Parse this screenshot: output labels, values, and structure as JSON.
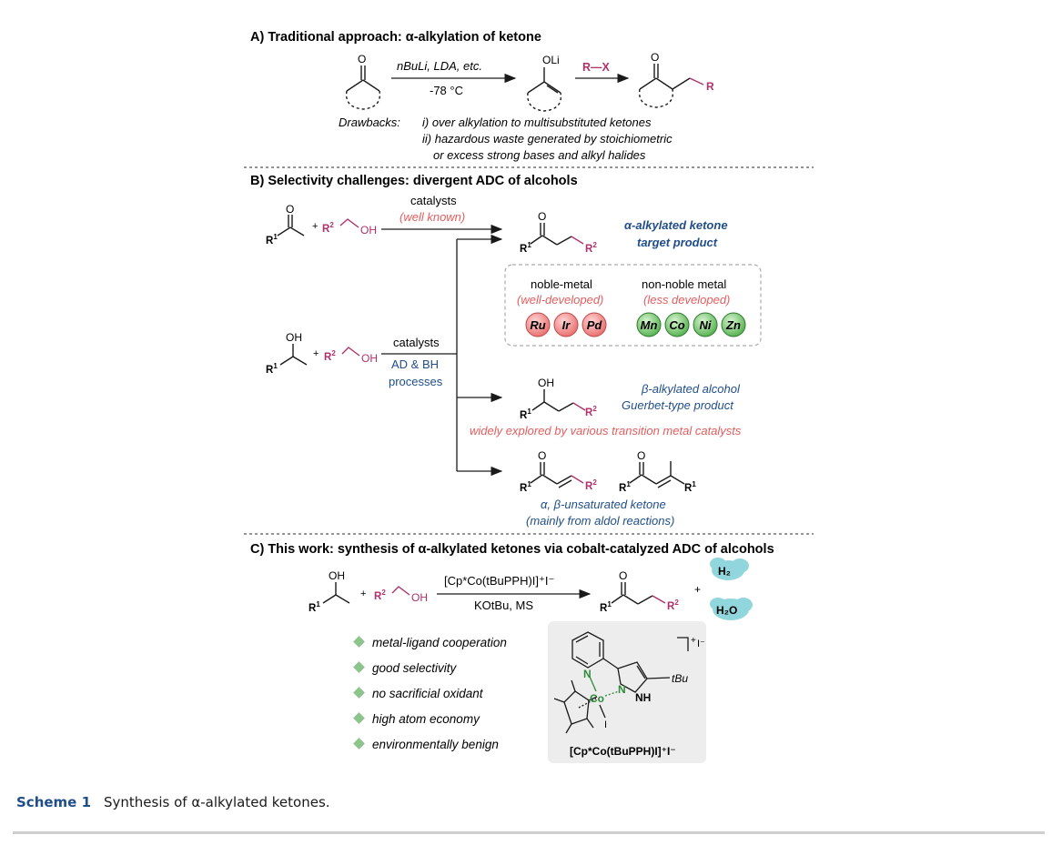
{
  "sections": {
    "a_title": "A) Traditional approach: α-alkylation of ketone",
    "b_title": "B) Selectivity challenges: divergent ADC of alcohols",
    "c_title": "C) This work: synthesis of α-alkylated ketones via cobalt-catalyzed ADC of alcohols"
  },
  "part_a": {
    "ketone_o": "O",
    "enolate_label": "OLi",
    "reagent_top_nbuli": "nBuLi, LDA, etc.",
    "reagent_bottom": "-78 °C",
    "reagent_rx": "R—X",
    "product_r": "R",
    "drawbacks_label": "Drawbacks:",
    "drawback_1": "i)  over alkylation to multisubstituted ketones",
    "drawback_2": "ii)  hazardous waste generated by stoichiometric",
    "drawback_3": "or excess strong bases and alkyl halides"
  },
  "part_b": {
    "ketone_o": "O",
    "r1": "R",
    "r2": "R",
    "sup1": "1",
    "sup2": "2",
    "plus": "+",
    "oh": "OH",
    "catalysts_top": "catalysts",
    "well_known": "(well known)",
    "target_label_1": "α-alkylated ketone",
    "target_label_2": "target product",
    "noble_metal": "noble-metal",
    "noble_sub": "(well-developed)",
    "non_noble_metal": "non-noble metal",
    "non_noble_sub": "(less developed)",
    "noble_metals": [
      "Ru",
      "Ir",
      "Pd"
    ],
    "non_noble_metals": [
      "Mn",
      "Co",
      "Ni",
      "Zn"
    ],
    "catalysts_mid": "catalysts",
    "ad_bh": "AD & BH",
    "processes": "processes",
    "beta_alcohol_1": "β-alkylated alcohol",
    "beta_alcohol_2": "Guerbet-type product",
    "widely_explored": "widely explored by various transition metal catalysts",
    "unsat_1": "α, β-unsaturated ketone",
    "unsat_2": "(mainly from aldol reactions)"
  },
  "part_c": {
    "catalyst_line": "[Cp*Co(tBuPPH)I]⁺I⁻",
    "conditions": "KOtBu, MS",
    "h2": "H₂",
    "h2o": "H₂O",
    "features": [
      "metal-ligand cooperation",
      "good selectivity",
      "no sacrificial oxidant",
      "high atom economy",
      "environmentally benign"
    ],
    "complex_charge": "+",
    "complex_counter": "I⁻",
    "tbu": "tBu",
    "co": "Co",
    "n": "N",
    "nh": "NH",
    "i": "I",
    "complex_label": "[Cp*Co(tBuPPH)I]⁺I⁻"
  },
  "caption": {
    "label": "Scheme 1",
    "text": "Synthesis of α-alkylated ketones."
  },
  "colors": {
    "magenta": "#b0306a",
    "blue": "#1f4e8a",
    "salmon": "#e35d5d",
    "green": "#2e8b3a",
    "diamond": "#8cc48c",
    "cloud": "#7fd0d8"
  }
}
